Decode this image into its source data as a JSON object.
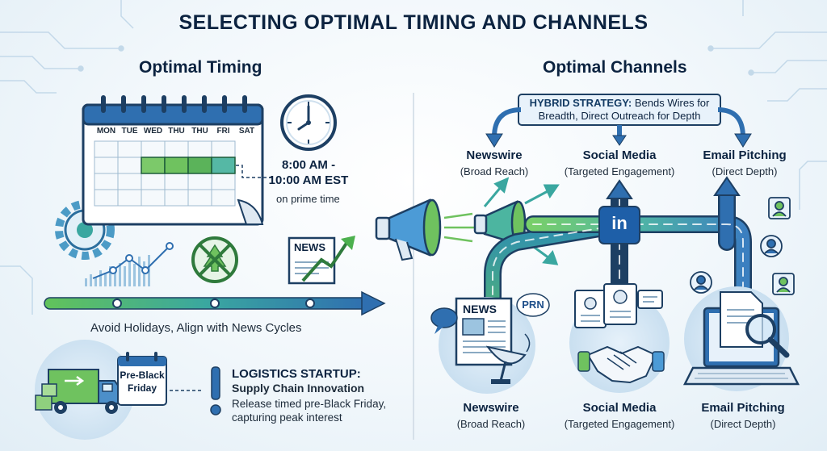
{
  "title": "SELECTING OPTIMAL TIMING AND CHANNELS",
  "timing": {
    "heading": "Optimal Timing",
    "days": [
      "MON",
      "TUE",
      "WED",
      "THU",
      "THU",
      "FRI",
      "SAT"
    ],
    "time_line1": "8:00 AM -",
    "time_line2": "10:00 AM EST",
    "time_note": "on prime time",
    "news_label": "NEWS",
    "caption": "Avoid Holidays, Align with News Cycles"
  },
  "case_study": {
    "calendar_line1": "Pre-Black",
    "calendar_line2": "Friday",
    "title": "LOGISTICS STARTUP:",
    "subtitle": "Supply Chain Innovation",
    "desc_line1": "Release timed pre-Black Friday,",
    "desc_line2": "capturing peak interest"
  },
  "channels": {
    "heading": "Optimal Channels",
    "hybrid_bold": "HYBRID STRATEGY:",
    "hybrid_rest": "Bends Wires for",
    "hybrid_line2": "Breadth, Direct Outreach for Depth",
    "items": [
      {
        "name": "Newswire",
        "sub": "(Broad Reach)"
      },
      {
        "name": "Social Media",
        "sub": "(Targeted Engagement)"
      },
      {
        "name": "Email Pitching",
        "sub": "(Direct Depth)"
      }
    ],
    "linkedin_label": "in",
    "newswire_paper_label": "NEWS",
    "prn_label": "PRN"
  },
  "colors": {
    "navy": "#0c2340",
    "blue": "#2f6fb0",
    "teal": "#3aa7a0",
    "green": "#62c35a",
    "light_blue": "#cfe3f3"
  }
}
